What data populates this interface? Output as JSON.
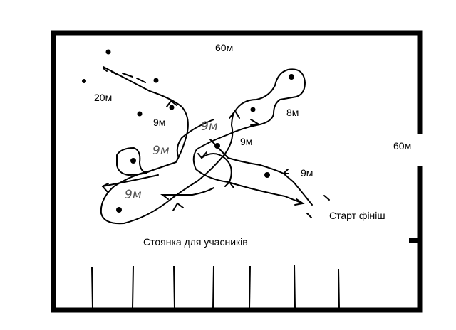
{
  "dimensions": {
    "top": "60м",
    "right": "60м",
    "left": "20м"
  },
  "segments": {
    "s1": "9м",
    "s2": "9м",
    "s3": "8м",
    "s4": "9м",
    "s5": "9м",
    "s6": "9м",
    "s7": "9м"
  },
  "start_finish": "Старт фініш",
  "parking": "Стоянка для учасників",
  "colors": {
    "line": "#000000",
    "handwritten": "#555555"
  }
}
